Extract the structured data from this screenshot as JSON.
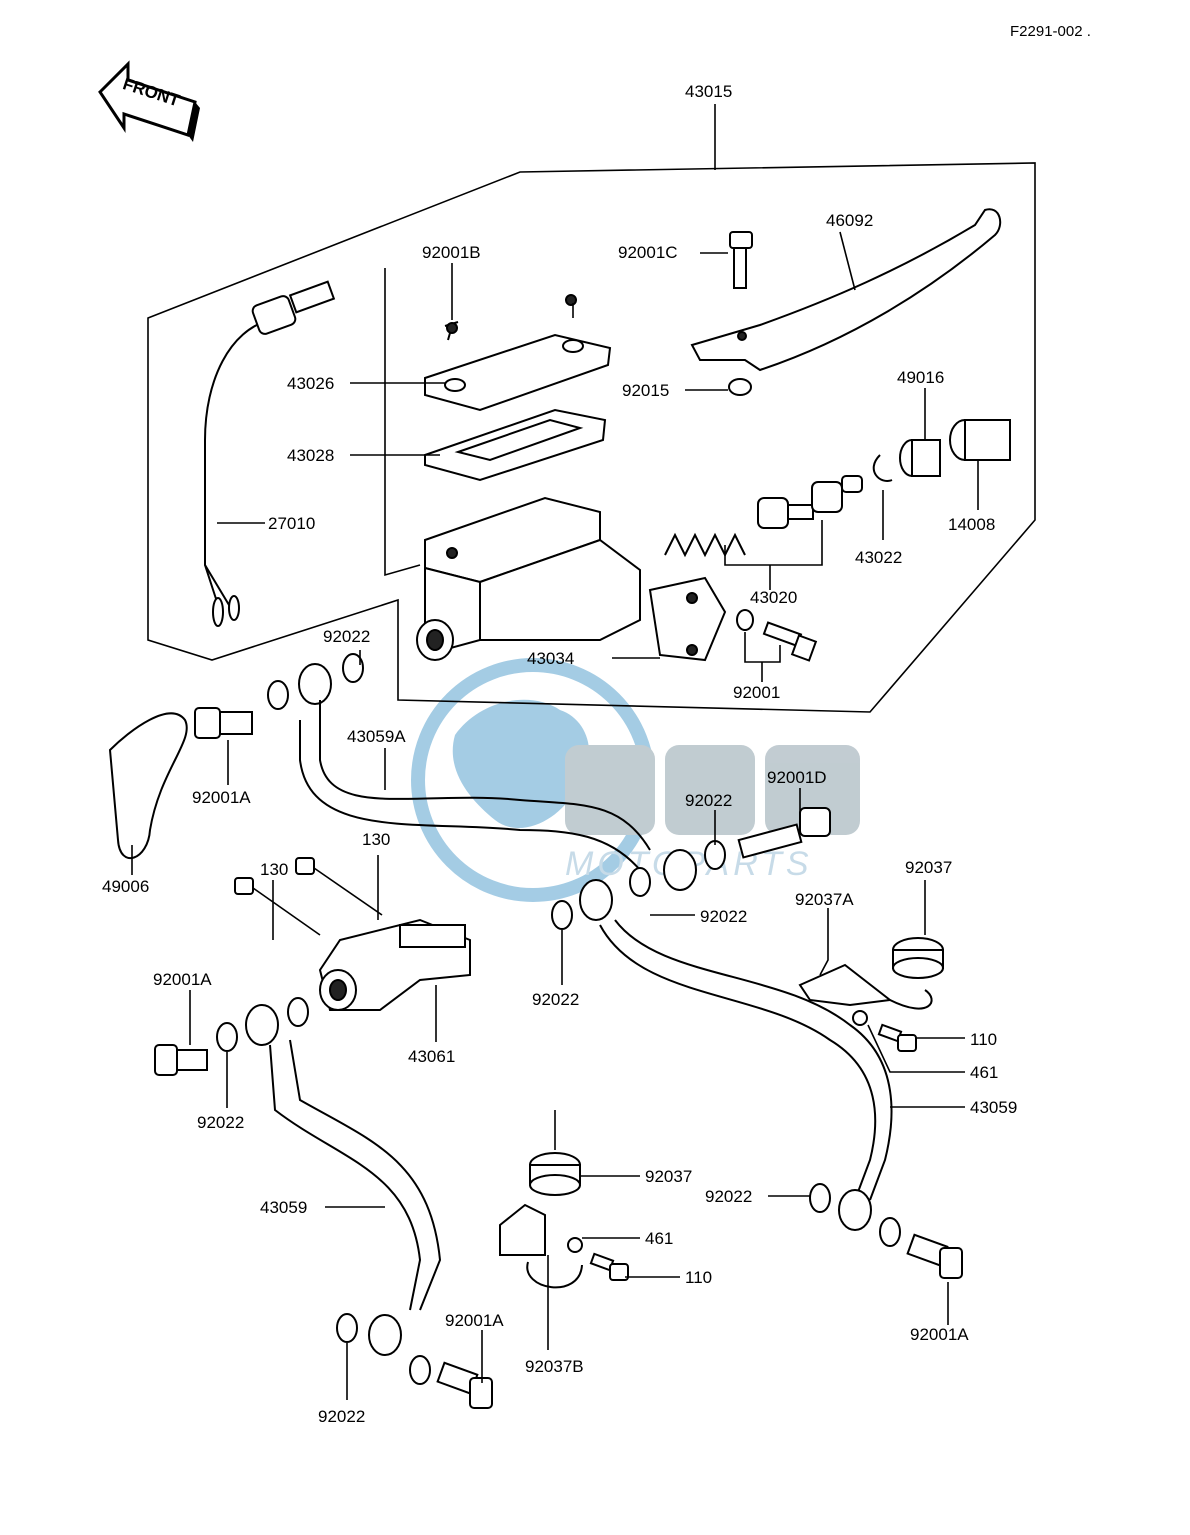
{
  "diagram": {
    "code": "F2291-002 .",
    "front_label": "FRONT",
    "watermark": {
      "name": "MOTOPARTS",
      "color": "#5aa3cf"
    },
    "labels": {
      "p43015": "43015",
      "p92001B": "92001B",
      "p92001C": "92001C",
      "p46092": "46092",
      "p43026": "43026",
      "p92015": "92015",
      "p49016": "49016",
      "p43028": "43028",
      "p27010": "27010",
      "p14008": "14008",
      "p43022": "43022",
      "p43020": "43020",
      "p92022_a": "92022",
      "p43034": "43034",
      "p92001": "92001",
      "p43059A": "43059A",
      "p92001D": "92001D",
      "p92022_b": "92022",
      "p92001A_a": "92001A",
      "p49006": "49006",
      "p130_a": "130",
      "p130_b": "130",
      "p92037_a": "92037",
      "p92037A": "92037A",
      "p92022_c": "92022",
      "p92022_d": "92022",
      "p92001A_b": "92001A",
      "p110_a": "110",
      "p43061": "43061",
      "p461_a": "461",
      "p92022_e": "92022",
      "p43059_a": "43059",
      "p92037_b": "92037",
      "p92022_f": "92022",
      "p43059_b": "43059",
      "p461_b": "461",
      "p110_b": "110",
      "p92001A_c": "92001A",
      "p92001A_d": "92001A",
      "p92037B": "92037B",
      "p92022_g": "92022"
    }
  }
}
